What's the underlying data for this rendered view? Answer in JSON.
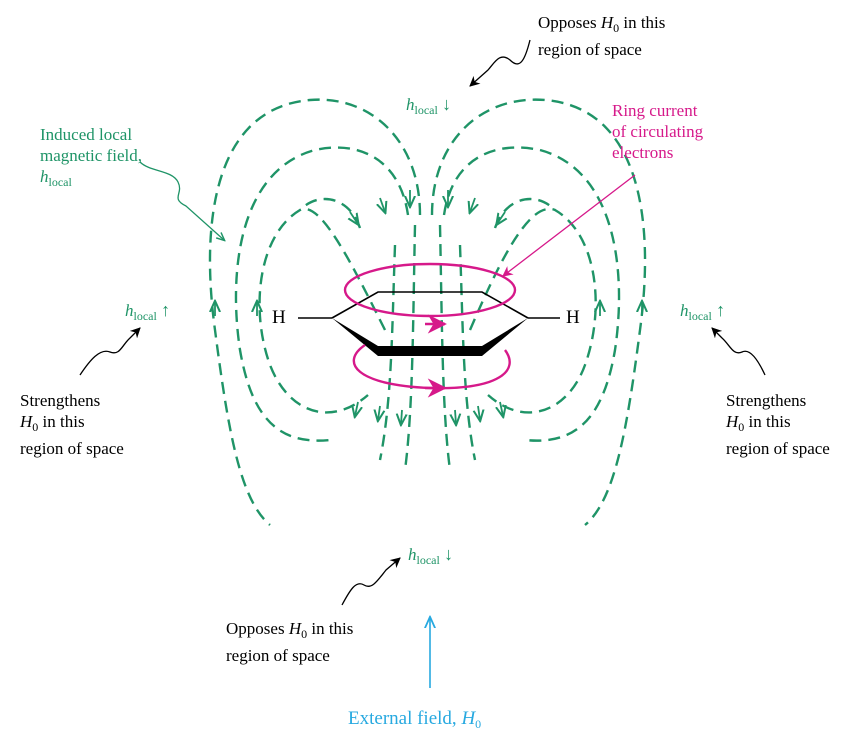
{
  "colors": {
    "field_lines": "#1f9467",
    "ring_current": "#d6198a",
    "external_field": "#27a9e0",
    "text": "#000000"
  },
  "labels": {
    "opposes_top": {
      "prefix": "Opposes ",
      "symbol": "H",
      "sub": "0",
      "suffix": " in this",
      "line2": "region of space"
    },
    "opposes_bottom": {
      "prefix": "Opposes ",
      "symbol": "H",
      "sub": "0",
      "suffix": " in this",
      "line2": "region of space"
    },
    "induced": {
      "line1": "Induced local",
      "line2": "magnetic field,",
      "symbol": "h",
      "sub": "local"
    },
    "ring_current": {
      "line1": "Ring current",
      "line2": "of circulating",
      "line3": "electrons"
    },
    "strengthens_left": {
      "line1": "Strengthens",
      "symbol": "H",
      "sub": "0",
      "suffix": " in this",
      "line3": "region of space"
    },
    "strengthens_right": {
      "line1": "Strengthens",
      "symbol": "H",
      "sub": "0",
      "suffix": " in this",
      "line3": "region of space"
    },
    "hlocal_top": {
      "symbol": "h",
      "sub": "local",
      "arrow": "↓"
    },
    "hlocal_bottom": {
      "symbol": "h",
      "sub": "local",
      "arrow": "↓"
    },
    "hlocal_left": {
      "symbol": "h",
      "sub": "local",
      "arrow": "↑"
    },
    "hlocal_right": {
      "symbol": "h",
      "sub": "local",
      "arrow": "↑"
    },
    "external_field": {
      "prefix": "External field, ",
      "symbol": "H",
      "sub": "0"
    },
    "hydrogen_left": "H",
    "hydrogen_right": "H"
  }
}
